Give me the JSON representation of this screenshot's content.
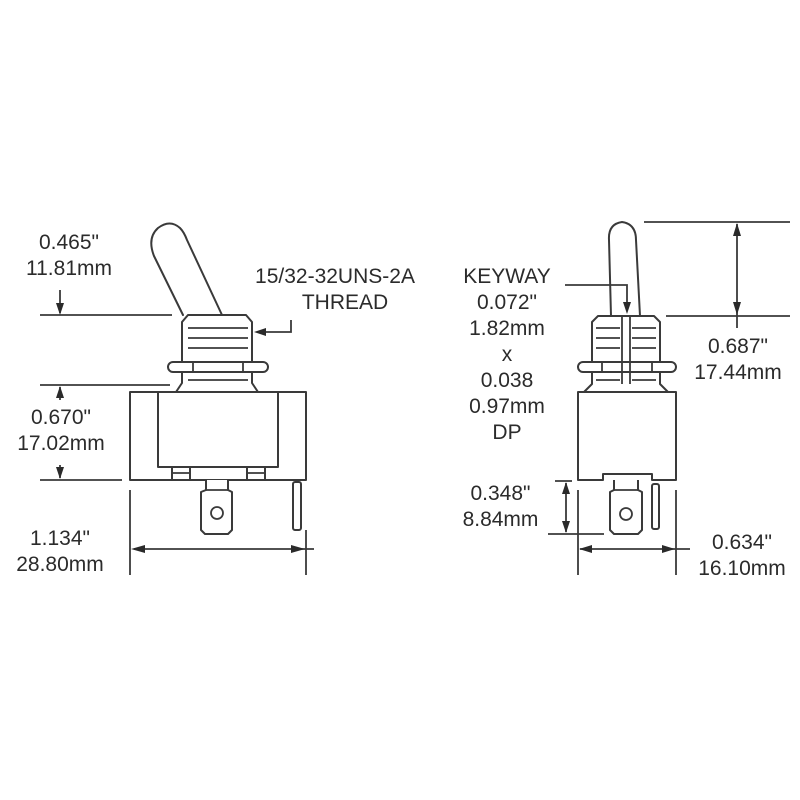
{
  "diagram": {
    "title": "",
    "subject": "Toggle switch dimensional drawing",
    "front_view": {
      "handle_height": {
        "inch": "0.465\"",
        "mm": "11.81mm"
      },
      "thread": {
        "line1": "15/32-32UNS-2A",
        "line2": "THREAD"
      },
      "body_height": {
        "inch": "0.670\"",
        "mm": "17.02mm"
      },
      "body_width": {
        "inch": "1.134\"",
        "mm": "28.80mm"
      }
    },
    "side_view": {
      "keyway": {
        "line1": "KEYWAY",
        "line2": "0.072\"",
        "line3": "1.82mm",
        "line4": "x",
        "line5": "0.038",
        "line6": "0.97mm",
        "line7": "DP"
      },
      "handle_height": {
        "inch": "0.687\"",
        "mm": "17.44mm"
      },
      "terminal_length": {
        "inch": "0.348\"",
        "mm": "8.84mm"
      },
      "body_width": {
        "inch": "0.634\"",
        "mm": "16.10mm"
      }
    },
    "colors": {
      "line": "#3a3a3a",
      "text": "#2b2b2b",
      "background": "#ffffff"
    }
  }
}
